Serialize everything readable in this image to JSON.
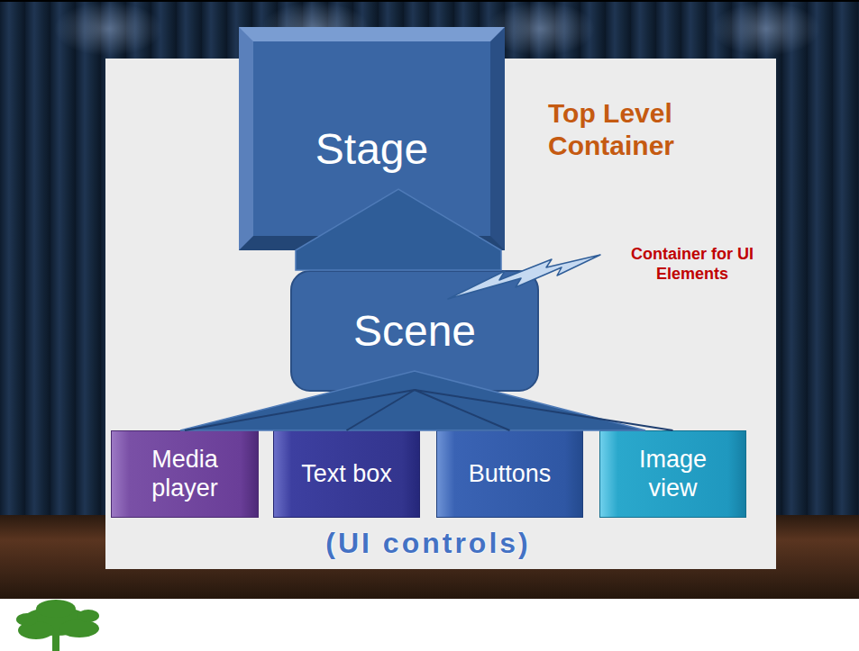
{
  "diagram": {
    "nodes": [
      {
        "text": [
          "Stage"
        ]
      },
      {
        "text": [
          "Scene"
        ]
      },
      {
        "text": [
          "Media player"
        ]
      },
      {
        "text": [
          "Text box"
        ]
      },
      {
        "text": [
          "Buttons"
        ]
      },
      {
        "text": [
          "Image view"
        ]
      }
    ],
    "edges": [
      {
        "from": 1,
        "to": 0,
        "arrow": "to"
      },
      {
        "from": 1,
        "to": 2,
        "arrow": "none"
      },
      {
        "from": 1,
        "to": 3,
        "arrow": "none"
      },
      {
        "from": 1,
        "to": 4,
        "arrow": "none"
      },
      {
        "from": 1,
        "to": 5,
        "arrow": "none"
      }
    ],
    "labels": [
      "Top Level Container",
      "Container for UI Elements",
      "(UI controls)"
    ]
  }
}
